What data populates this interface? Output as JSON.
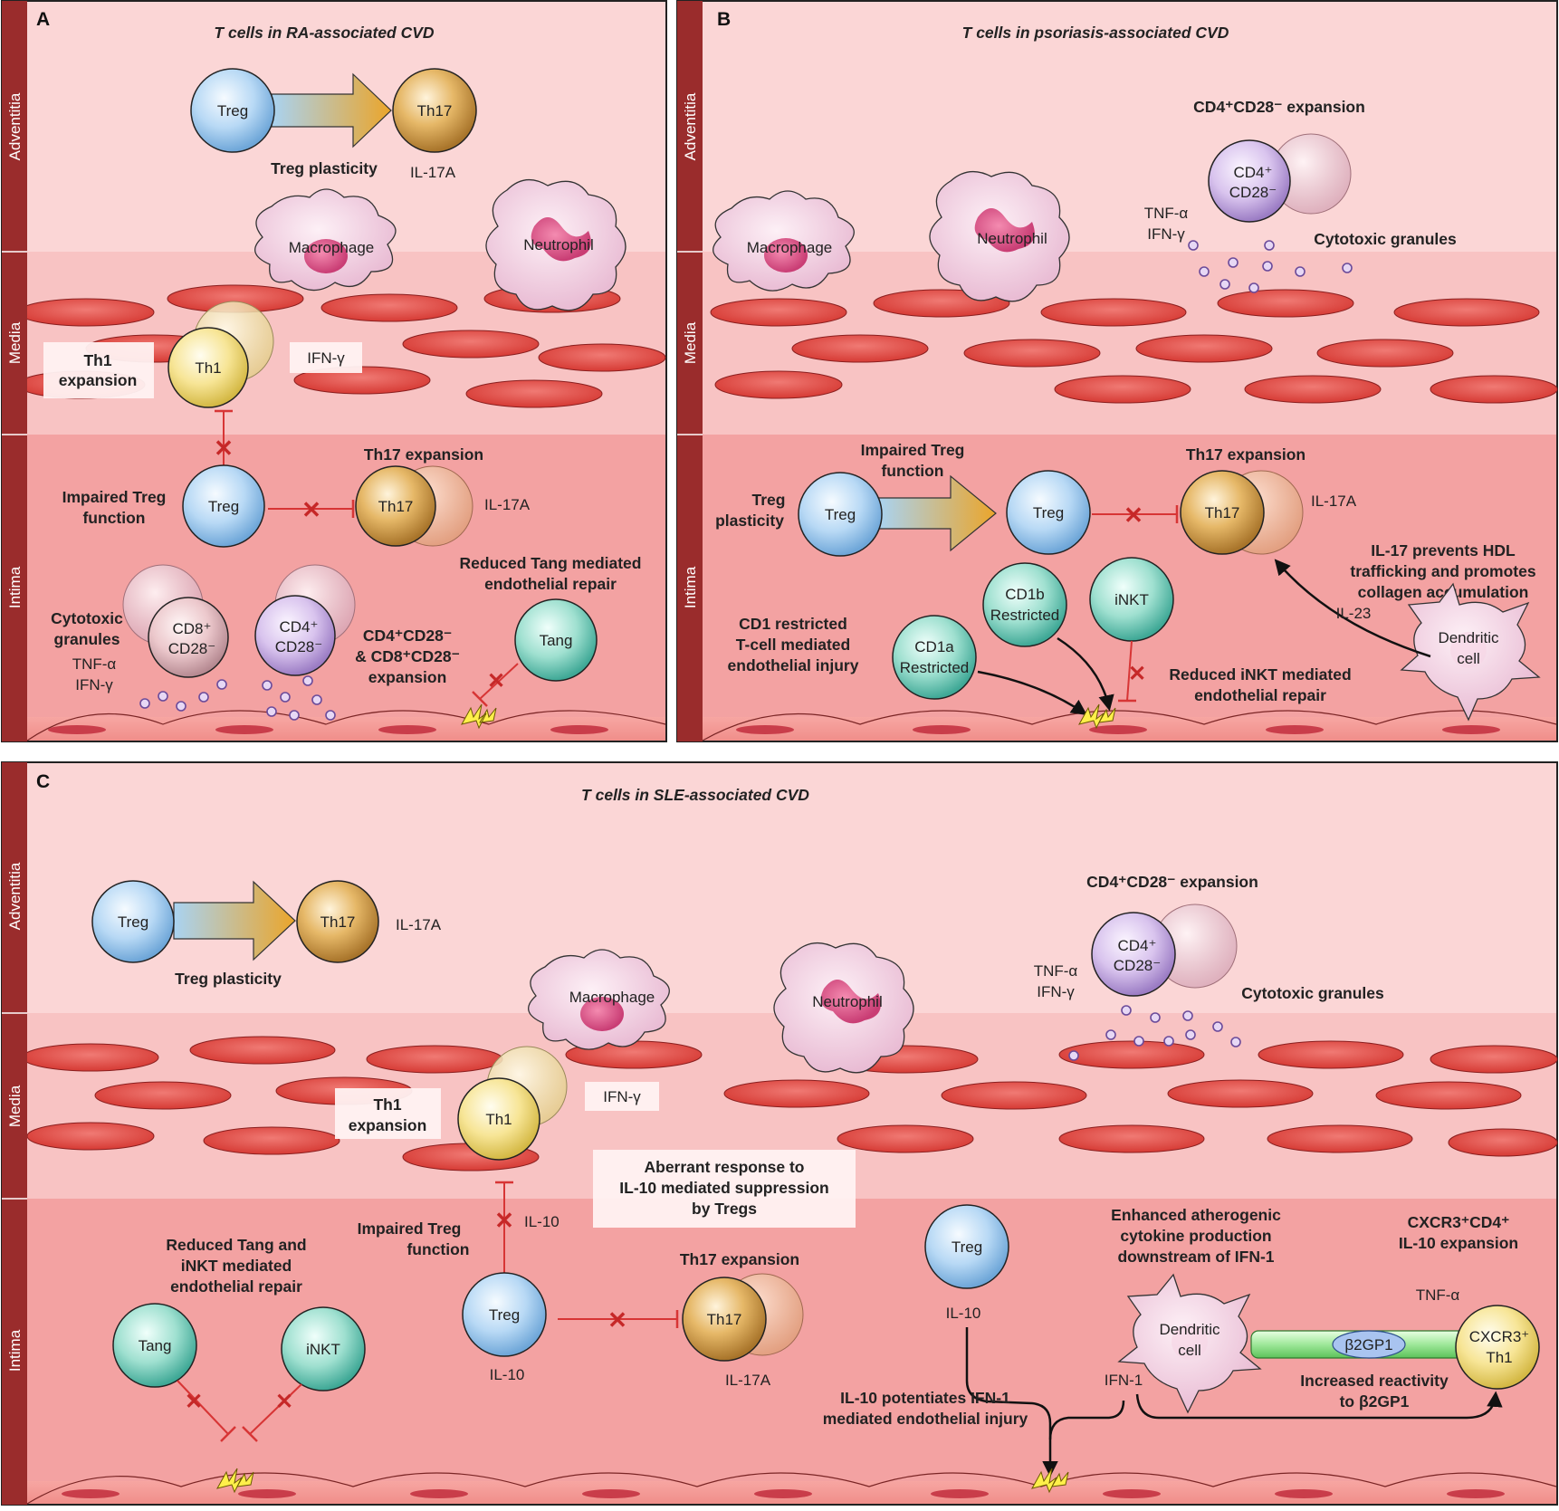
{
  "layers": {
    "adventitia": "Adventitia",
    "media": "Media",
    "intima": "Intima"
  },
  "panelA": {
    "letter": "A",
    "title": "T cells in RA-associated CVD",
    "treg": "Treg",
    "th17": "Th17",
    "th1": "Th1",
    "tang": "Tang",
    "cd8_top": "CD8⁺",
    "cd8_bot": "CD28⁻",
    "cd4_top": "CD4⁺",
    "cd4_bot": "CD28⁻",
    "treg_plasticity": "Treg plasticity",
    "il17a_top": "IL-17A",
    "il17a_mid": "IL-17A",
    "macrophage": "Macrophage",
    "neutrophil": "Neutrophil",
    "th1_expansion_1": "Th1",
    "th1_expansion_2": "expansion",
    "ifng_box": "IFN-γ",
    "th17_expansion": "Th17 expansion",
    "impaired_1": "Impaired Treg",
    "impaired_2": "function",
    "tang_repair_1": "Reduced Tang mediated",
    "tang_repair_2": "endothelial repair",
    "granules_1": "Cytotoxic",
    "granules_2": "granules",
    "tnfa": "TNF-α",
    "ifng": "IFN-γ",
    "cd28_exp_1": "CD4⁺CD28⁻",
    "cd28_exp_2": "& CD8⁺CD28⁻",
    "cd28_exp_3": "expansion"
  },
  "panelB": {
    "letter": "B",
    "title": "T cells in psoriasis-associated CVD",
    "cd4cd28_expansion": "CD4⁺CD28⁻ expansion",
    "cd4_top": "CD4⁺",
    "cd4_bot": "CD28⁻",
    "tnfa": "TNF-α",
    "ifng": "IFN-γ",
    "granules": "Cytotoxic granules",
    "macrophage": "Macrophage",
    "neutrophil": "Neutrophil",
    "impaired_1": "Impaired Treg",
    "impaired_2": "function",
    "plasticity_1": "Treg",
    "plasticity_2": "plasticity",
    "treg": "Treg",
    "th17": "Th17",
    "th17_expansion": "Th17 expansion",
    "il17a": "IL-17A",
    "il17_note_1": "IL-17 prevents HDL",
    "il17_note_2": "trafficking and promotes",
    "il17_note_3": "collagen accumulation",
    "il23": "IL-23",
    "dendritic_1": "Dendritic",
    "dendritic_2": "cell",
    "cd1_1": "CD1 restricted",
    "cd1_2": "T-cell mediated",
    "cd1_3": "endothelial injury",
    "cd1a_1": "CD1a",
    "cd1a_2": "Restricted",
    "cd1b_1": "CD1b",
    "cd1b_2": "Restricted",
    "inkt": "iNKT",
    "inkt_repair_1": "Reduced iNKT mediated",
    "inkt_repair_2": "endothelial repair"
  },
  "panelC": {
    "letter": "C",
    "title": "T cells in SLE-associated CVD",
    "treg": "Treg",
    "th17": "Th17",
    "il17a_top": "IL-17A",
    "treg_plasticity": "Treg plasticity",
    "macrophage": "Macrophage",
    "neutrophil": "Neutrophil",
    "cd4cd28_expansion": "CD4⁺CD28⁻ expansion",
    "cd4_top": "CD4⁺",
    "cd4_bot": "CD28⁻",
    "tnfa": "TNF-α",
    "ifng": "IFN-γ",
    "granules": "Cytotoxic granules",
    "th1_expansion_1": "Th1",
    "th1_expansion_2": "expansion",
    "th1": "Th1",
    "ifng_box": "IFN-γ",
    "aberrant_1": "Aberrant response to",
    "aberrant_2": "IL-10 mediated suppression",
    "aberrant_3": "by Tregs",
    "impaired_1": "Impaired Treg",
    "impaired_2": "function",
    "il10_a": "IL-10",
    "il10_b": "IL-10",
    "il10_c": "IL-10",
    "th17_expansion": "Th17 expansion",
    "il17a_bot": "IL-17A",
    "reduced_1": "Reduced Tang and",
    "reduced_2": "iNKT mediated",
    "reduced_3": "endothelial repair",
    "tang": "Tang",
    "inkt": "iNKT",
    "enhanced_1": "Enhanced atherogenic",
    "enhanced_2": "cytokine production",
    "enhanced_3": "downstream of IFN-1",
    "cxcr3_exp_1": "CXCR3⁺CD4⁺",
    "cxcr3_exp_2": "IL-10 expansion",
    "dendritic_1": "Dendritic",
    "dendritic_2": "cell",
    "b2gp1": "β2GP1",
    "tnfa_c": "TNF-α",
    "cxcr3_top": "CXCR3⁺",
    "cxcr3_bot": "Th1",
    "ifn1": "IFN-1",
    "increased_1": "Increased reactivity",
    "increased_2": "to β2GP1",
    "potentiates_1": "IL-10 potentiates IFN-1",
    "potentiates_2": "mediated endothelial injury"
  }
}
